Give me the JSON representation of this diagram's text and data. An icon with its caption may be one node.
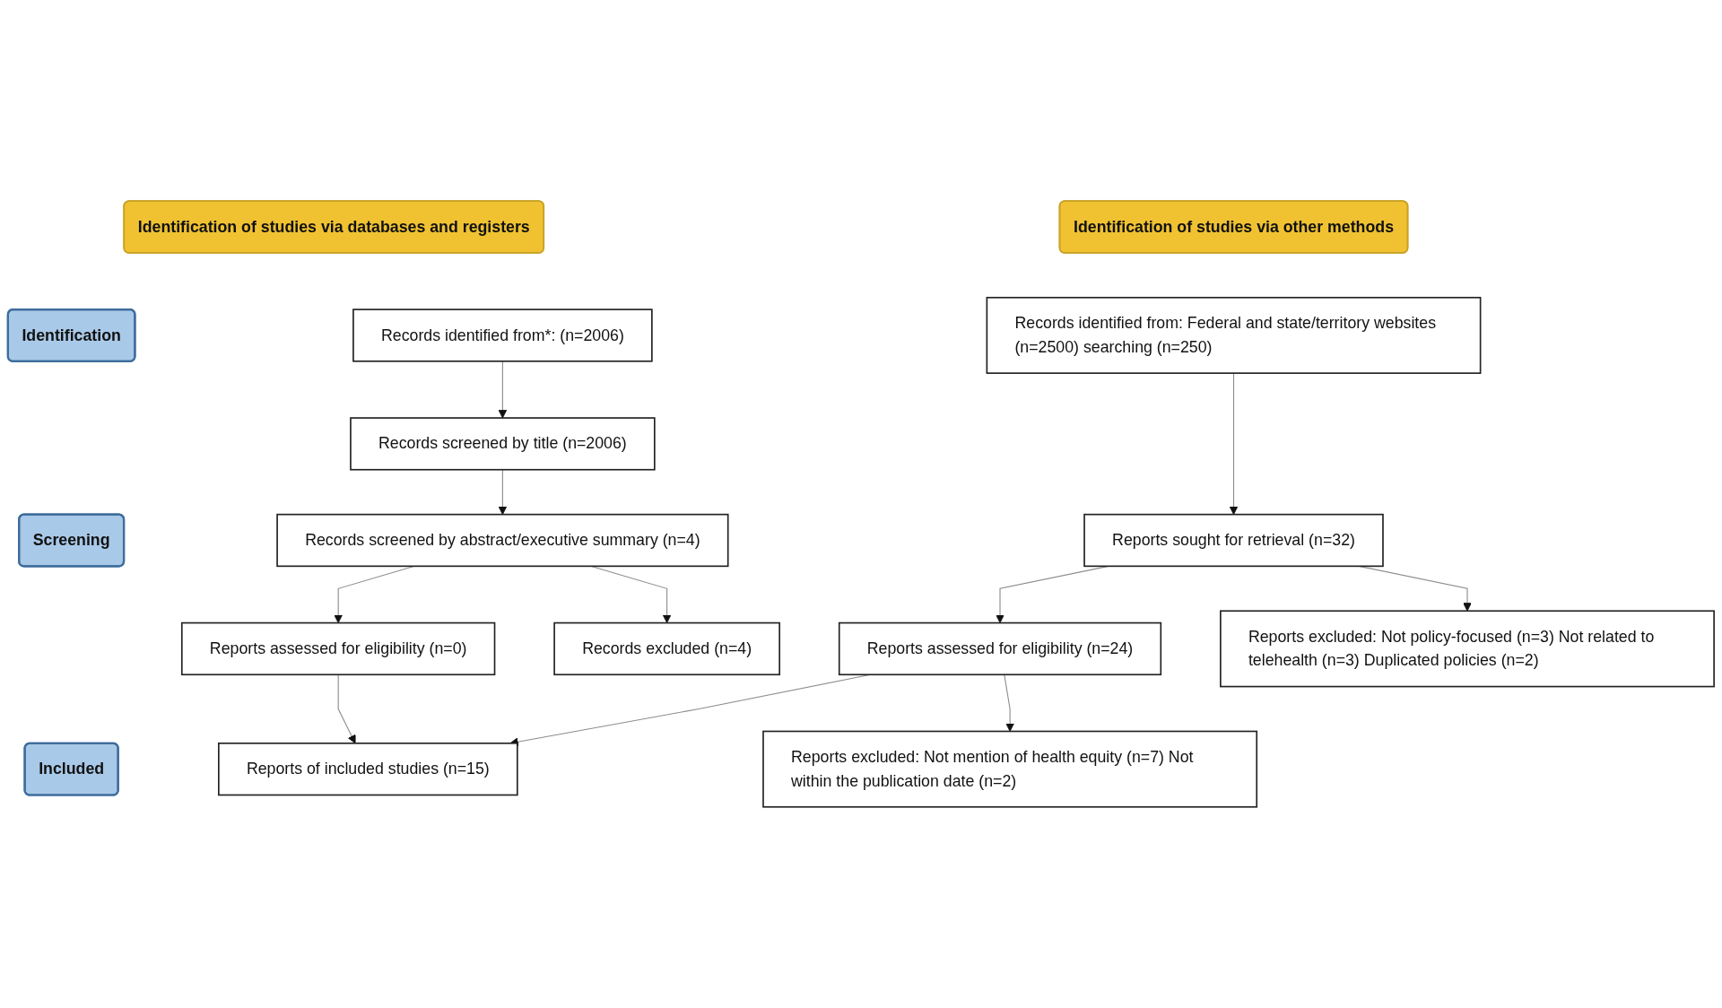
{
  "diagram": {
    "nodes": [
      {
        "text": [
          "Identification of studies via databases and registers"
        ]
      },
      {
        "text": [
          "Identification of studies via other methods"
        ]
      },
      {
        "text": [
          "Identification"
        ]
      },
      {
        "text": [
          "Records identified from*: (n=2006)"
        ]
      },
      {
        "text": [
          "Records identified from: Federal and state/territory websites (n=2500) searching (n=250)"
        ]
      },
      {
        "text": [
          "Screening"
        ]
      },
      {
        "text": [
          "Records screened by title (n=2006)"
        ]
      },
      {
        "text": [
          "Records screened by abstract/executive summary (n=4)"
        ]
      },
      {
        "text": [
          "Records excluded (n=4)"
        ]
      },
      {
        "text": [
          "Reports sought for retrieval (n=32)"
        ]
      },
      {
        "text": [
          "Reports excluded: Not policy-focused (n=3) Not related to telehealth (n=3) Duplicated policies (n=2)"
        ]
      },
      {
        "text": [
          "Reports assessed for eligibility (n=0)"
        ]
      },
      {
        "text": [
          "Reports assessed for eligibility (n=24)"
        ]
      },
      {
        "text": [
          "Reports excluded: Not mention of health equity (n=7) Not within the publication date (n=2)"
        ]
      },
      {
        "text": [
          "Included"
        ]
      },
      {
        "text": [
          "Reports of included studies (n=15)"
        ]
      }
    ],
    "edges": [
      {
        "from": 3,
        "to": 6,
        "arrow": "to"
      },
      {
        "from": 6,
        "to": 7,
        "arrow": "to"
      },
      {
        "from": 7,
        "to": 11,
        "arrow": "to"
      },
      {
        "from": 11,
        "to": 15,
        "arrow": "to"
      },
      {
        "from": 4,
        "to": 9,
        "arrow": "to"
      },
      {
        "from": 9,
        "to": 12,
        "arrow": "to"
      },
      {
        "from": 12,
        "to": 15,
        "arrow": "to"
      },
      {
        "from": 7,
        "to": 8,
        "arrow": "to"
      },
      {
        "from": 9,
        "to": 10,
        "arrow": "to"
      },
      {
        "from": 12,
        "to": 13,
        "arrow": "to"
      }
    ]
  }
}
